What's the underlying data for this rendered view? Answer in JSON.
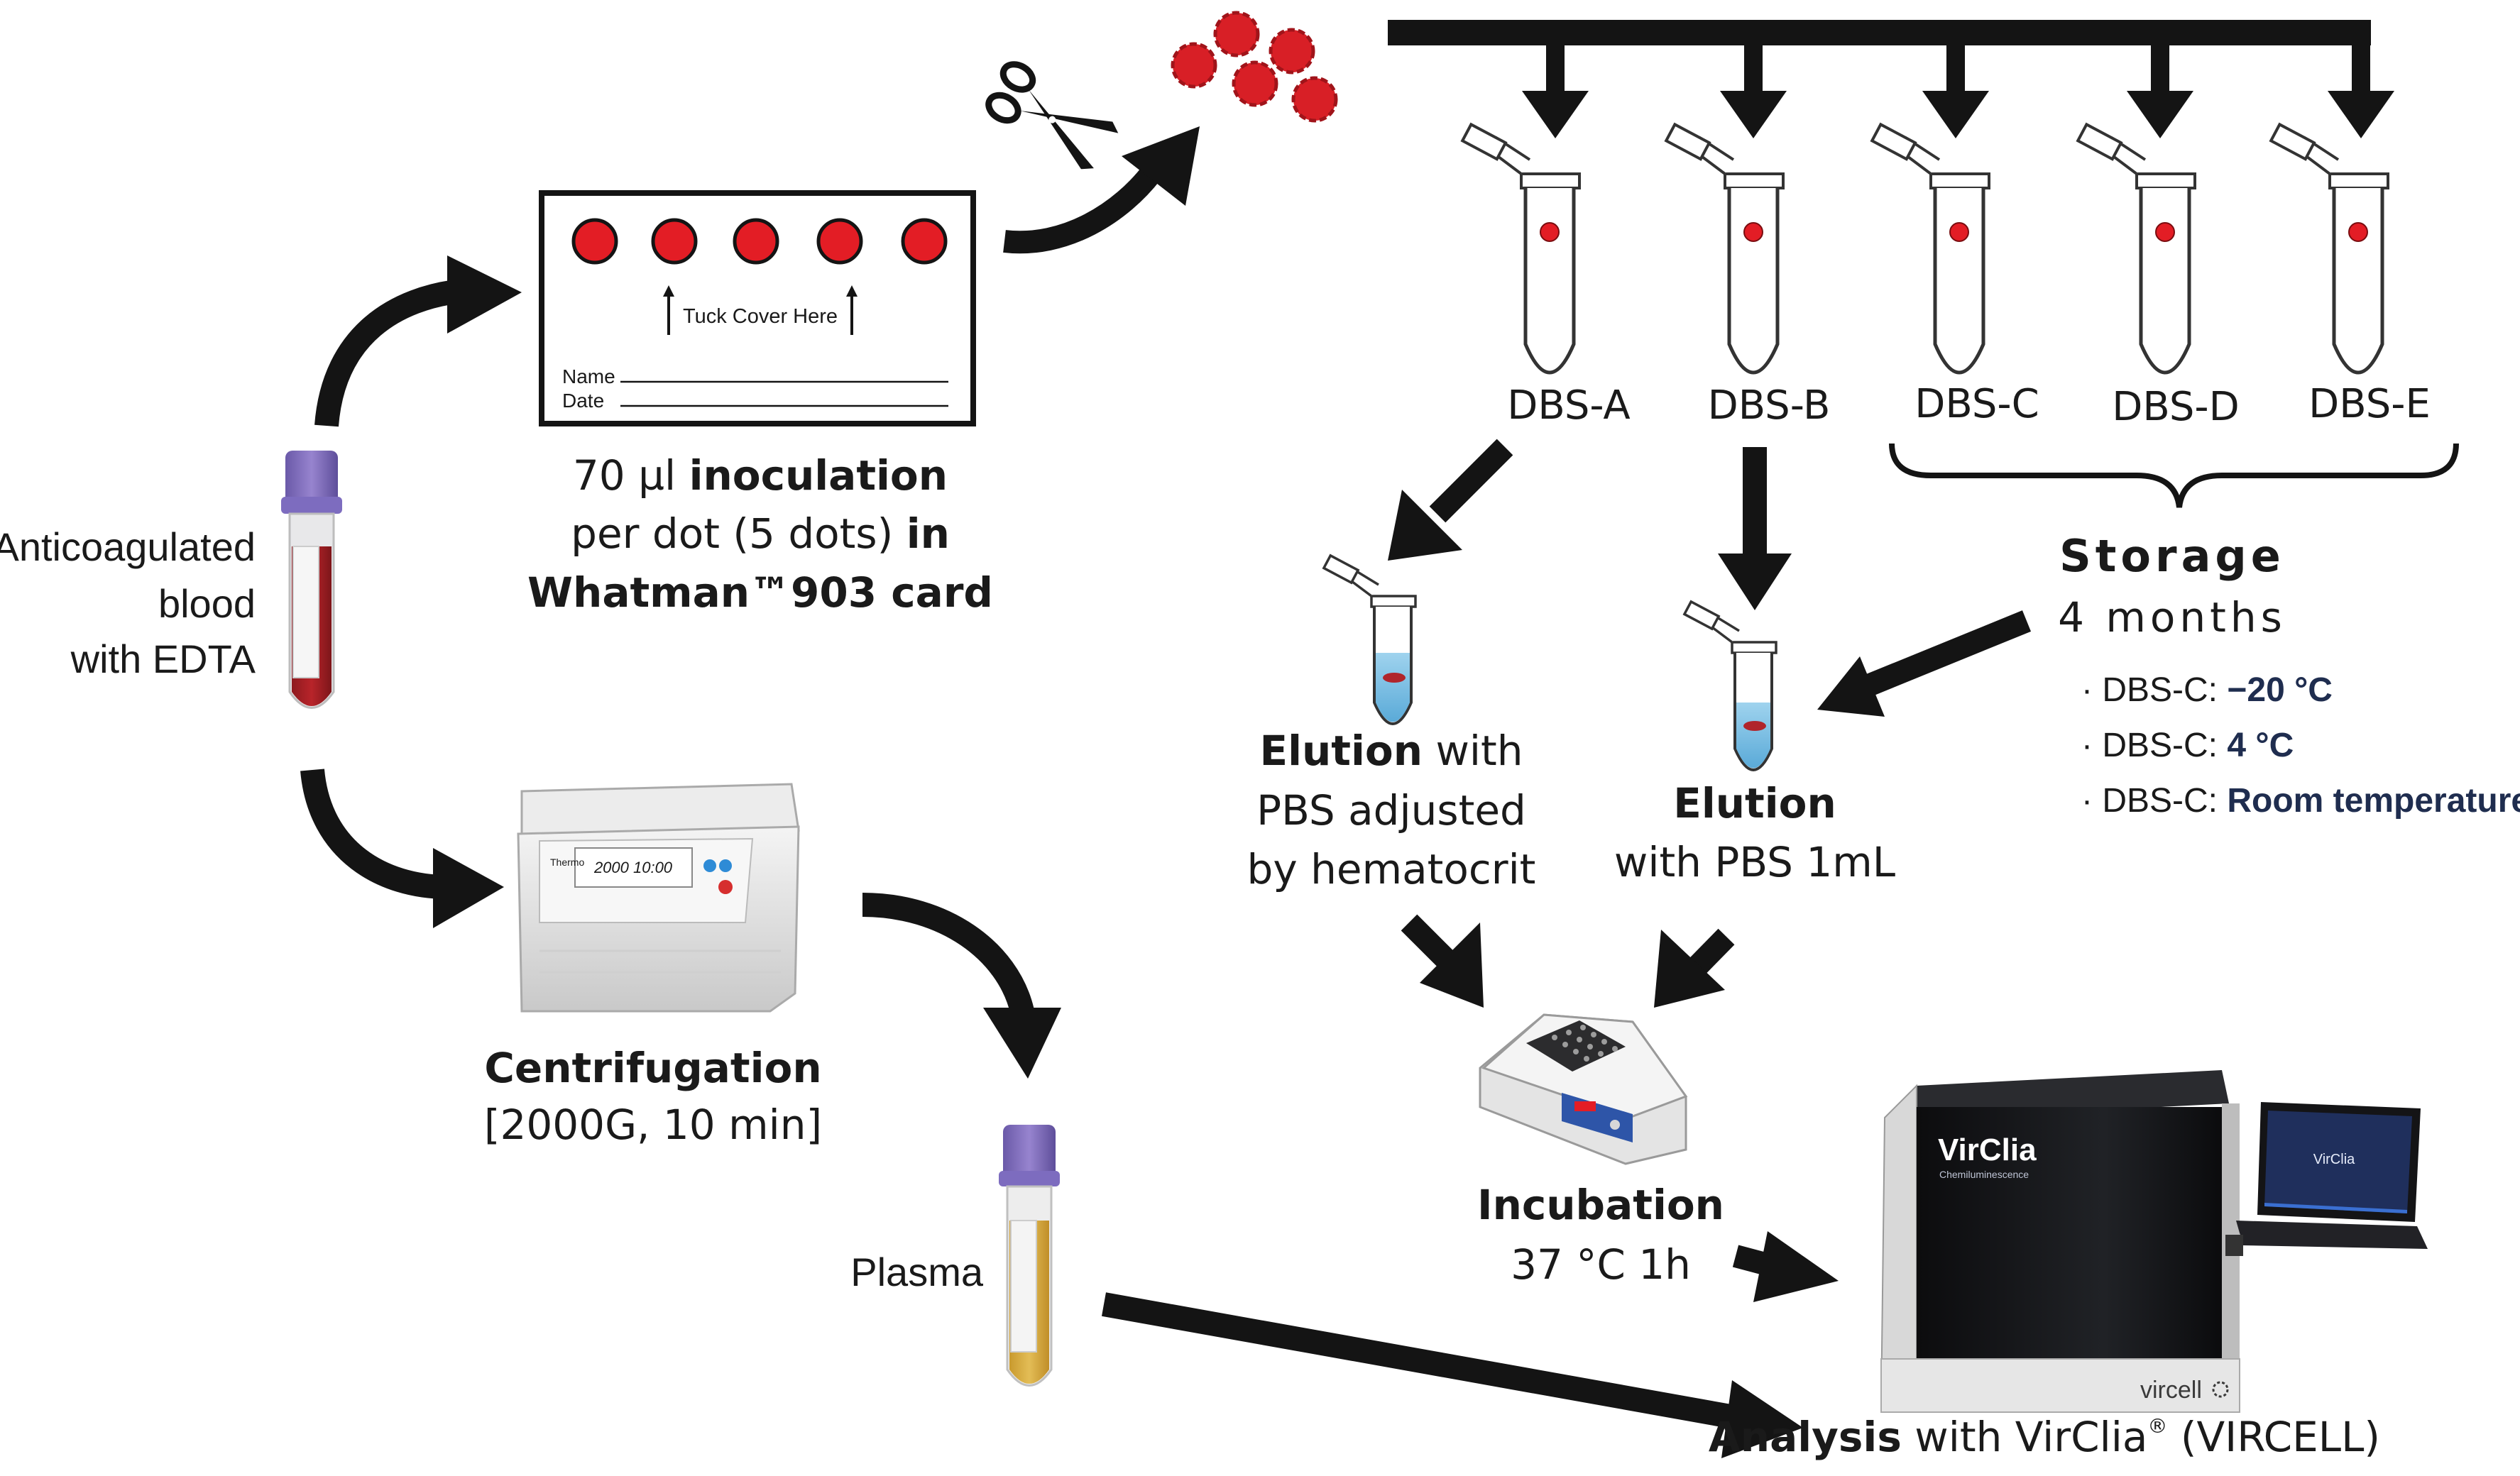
{
  "blood": {
    "line1": "Anticoagulated",
    "line2": "blood",
    "line3": "with EDTA"
  },
  "card": {
    "instruction": "Tuck Cover Here",
    "name_label": "Name",
    "date_label": "Date",
    "caption_pre": "70 µl ",
    "caption_bold1": "inoculation",
    "caption_line2_pre": "per dot (5 dots) ",
    "caption_bold2": "in",
    "caption_line3": "Whatman™903 card"
  },
  "tubes": [
    {
      "label": "DBS-A"
    },
    {
      "label": "DBS-B"
    },
    {
      "label": "DBS-C"
    },
    {
      "label": "DBS-D"
    },
    {
      "label": "DBS-E"
    }
  ],
  "storage": {
    "title": "Storage",
    "duration": "4 months",
    "conditions": [
      {
        "prefix": "· DBS-C: ",
        "value": "−20 °C"
      },
      {
        "prefix": "· DBS-C: ",
        "value": "4 °C"
      },
      {
        "prefix": "· DBS-C: ",
        "value": "Room temperature"
      }
    ]
  },
  "elution_a": {
    "bold": "Elution",
    "rest1": " with",
    "line2": "PBS adjusted",
    "line3": "by hematocrit"
  },
  "elution_b": {
    "bold": "Elution",
    "line2": "with PBS 1mL"
  },
  "centrifuge": {
    "title": "Centrifugation",
    "params": "[2000G, 10 min]",
    "display": "2000  10:00",
    "brand": "Thermo"
  },
  "plasma": {
    "label": "Plasma"
  },
  "incubation": {
    "title": "Incubation",
    "params": "37 °C 1h"
  },
  "analyzer": {
    "brand": "VirClia",
    "sub": "Chemiluminescence",
    "maker": "vircell",
    "screen": "VirClia"
  },
  "analysis": {
    "bold": "Analysis",
    "rest": " with VirClia",
    "reg": "®",
    "tail": " (VIRCELL)"
  }
}
